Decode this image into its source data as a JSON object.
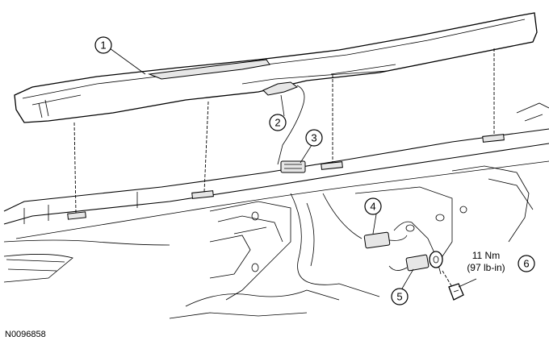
{
  "callouts": [
    {
      "id": "1",
      "label": "1"
    },
    {
      "id": "2",
      "label": "2"
    },
    {
      "id": "3",
      "label": "3"
    },
    {
      "id": "4",
      "label": "4"
    },
    {
      "id": "5",
      "label": "5"
    },
    {
      "id": "6",
      "label": "6"
    }
  ],
  "torque": {
    "line1": "11 Nm",
    "line2": "(97 lb-in)"
  },
  "figure_id": "N0096858"
}
